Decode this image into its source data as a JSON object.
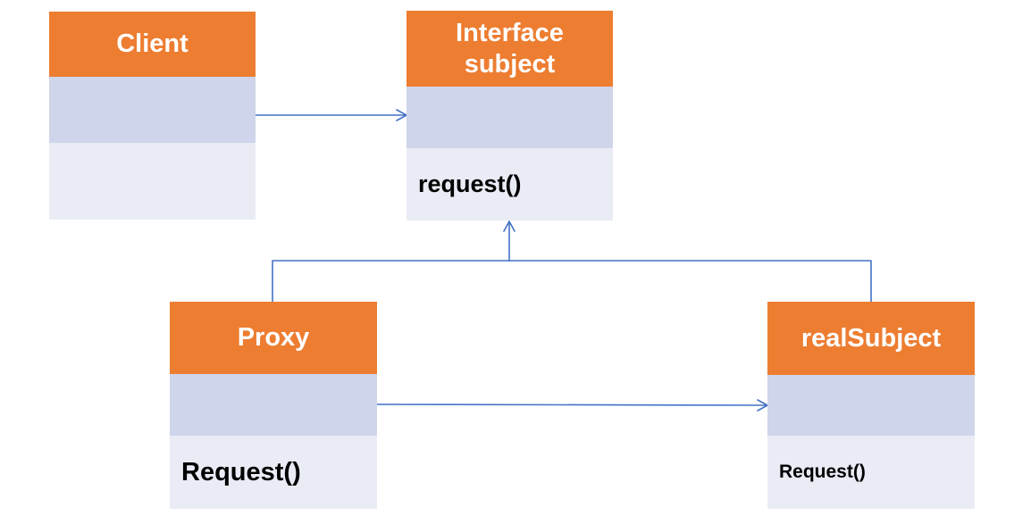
{
  "colors": {
    "header": "#ED7D31",
    "attributes": "#CFD5EA",
    "methods": "#E9EBF5",
    "connector": "#4472C4"
  },
  "classes": {
    "client": {
      "name": "Client",
      "method": ""
    },
    "subject": {
      "name": "Interface\nsubject",
      "method": "request()"
    },
    "proxy": {
      "name": "Proxy",
      "method": "Request()"
    },
    "real_subject": {
      "name": "realSubject",
      "method": "Request()"
    }
  },
  "relations": [
    {
      "from": "Client",
      "to": "Interface subject",
      "kind": "association"
    },
    {
      "from": "Proxy",
      "to": "Interface subject",
      "kind": "realization"
    },
    {
      "from": "realSubject",
      "to": "Interface subject",
      "kind": "realization"
    },
    {
      "from": "Proxy",
      "to": "realSubject",
      "kind": "association"
    }
  ]
}
